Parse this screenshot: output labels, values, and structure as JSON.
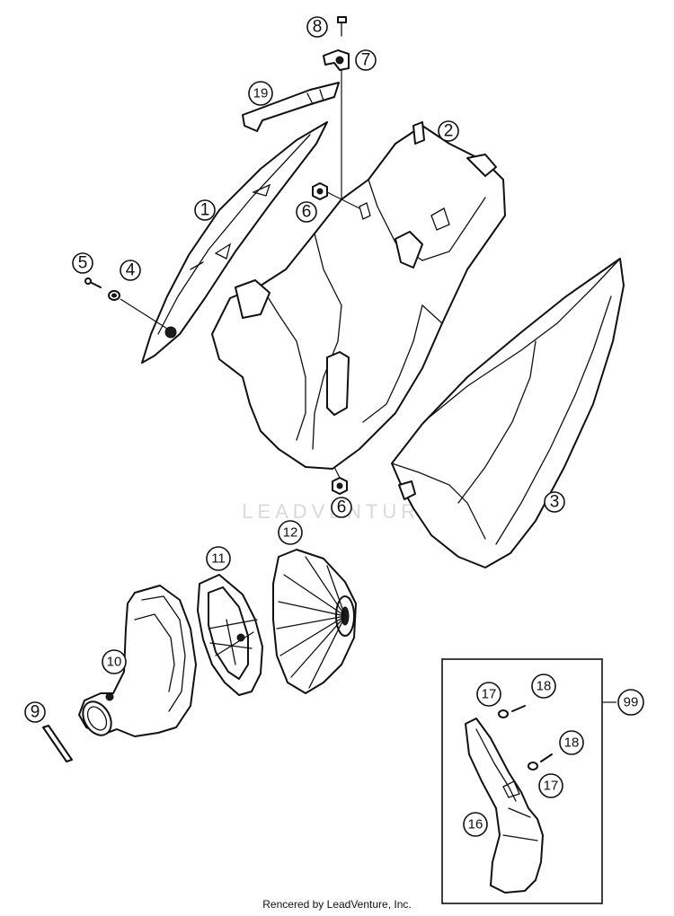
{
  "diagram": {
    "callouts": [
      "1",
      "2",
      "3",
      "4",
      "5",
      "6",
      "6",
      "7",
      "8",
      "9",
      "10",
      "11",
      "12",
      "16",
      "17",
      "17",
      "18",
      "18",
      "19",
      "99"
    ],
    "watermark": "LEADVENTURE",
    "credit": "Rencered by LeadVenture, Inc."
  }
}
